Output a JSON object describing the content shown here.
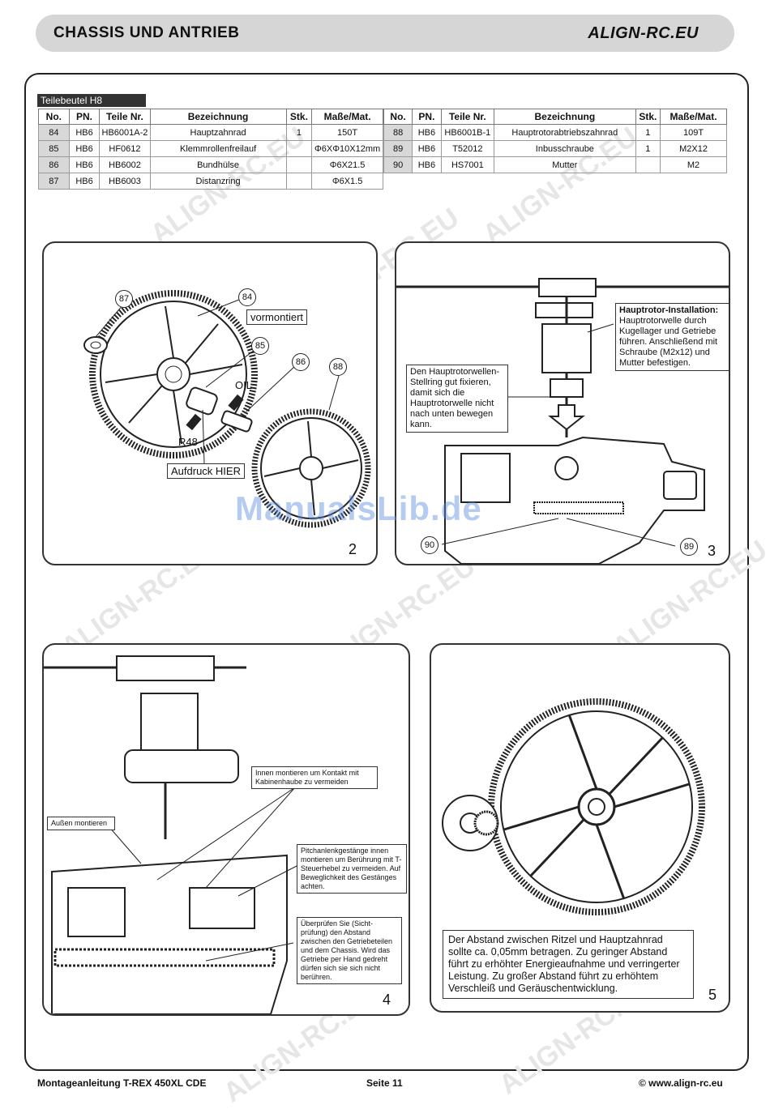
{
  "header": {
    "title": "CHASSIS UND ANTRIEB",
    "brand": "ALIGN-RC.EU"
  },
  "watermark_text": "ALIGN-RC.EU",
  "bag_label": "Teilebeutel H8",
  "columns": [
    "No.",
    "PN.",
    "Teile Nr.",
    "Bezeichnung",
    "Stk.",
    "Maße/Mat."
  ],
  "parts_left": [
    [
      "84",
      "HB6",
      "HB6001A-2",
      "Hauptzahnrad",
      "1",
      "150T"
    ],
    [
      "85",
      "HB6",
      "HF0612",
      "Klemmrollenfreilauf",
      "",
      "Φ6XΦ10X12mm"
    ],
    [
      "86",
      "HB6",
      "HB6002",
      "Bundhülse",
      "",
      "Φ6X21.5"
    ],
    [
      "87",
      "HB6",
      "HB6003",
      "Distanzring",
      "",
      "Φ6X1.5"
    ]
  ],
  "parts_right": [
    [
      "88",
      "HB6",
      "HB6001B-1",
      "Hauptrotorabtriebszahnrad",
      "1",
      "109T"
    ],
    [
      "89",
      "HB6",
      "T52012",
      "Inbusschraube",
      "1",
      "M2X12"
    ],
    [
      "90",
      "HB6",
      "HS7001",
      "Mutter",
      "",
      "M2"
    ]
  ],
  "step2": {
    "number": "2",
    "vormontiert": "vormontiert",
    "oil": "OIL",
    "r48": "R48",
    "aufdruck": "Aufdruck HIER",
    "circles": [
      "87",
      "84",
      "85",
      "86",
      "88"
    ]
  },
  "step3": {
    "number": "3",
    "install_title": "Hauptrotor-Installation:",
    "install_text": "Hauptrotorwelle durch Kugellager und Getriebe führen. Anschließend mit Schraube (M2x12) und Mutter befestigen.",
    "ring_text": "Den Hauptrotorwellen-Stellring gut fixieren, damit sich die Hauptrotorwelle nicht nach unten bewegen kann.",
    "circles": [
      "90",
      "89"
    ]
  },
  "step4": {
    "number": "4",
    "inner": "Innen montieren um Kontakt mit Kabinenhaube zu vermeiden",
    "outer": "Außen montieren",
    "pitch": "Pitchanlenkgestänge innen montieren um Berührung mit T-Steuerhebel zu vermeiden. Auf Beweglichkeit des Gestänges achten.",
    "check": "Überprüfen Sie (Sicht-prüfung) den Abstand zwischen den Getriebeteilen und dem Chassis. Wird das Getriebe per Hand gedreht dürfen sich sie sich nicht berühren."
  },
  "step5": {
    "number": "5",
    "text": "Der Abstand zwischen Ritzel und Hauptzahnrad sollte ca. 0,05mm betragen. Zu geringer Abstand führt zu erhöhter Energieaufnahme und verringerter Leistung. Zu großer Abstand führt zu erhöhtem Verschleiß und Geräuschentwicklung."
  },
  "overlay": "ManualsLib.de",
  "footer": {
    "left": "Montageanleitung T-REX 450XL CDE",
    "center": "Seite 11",
    "right": "© www.align-rc.eu"
  }
}
